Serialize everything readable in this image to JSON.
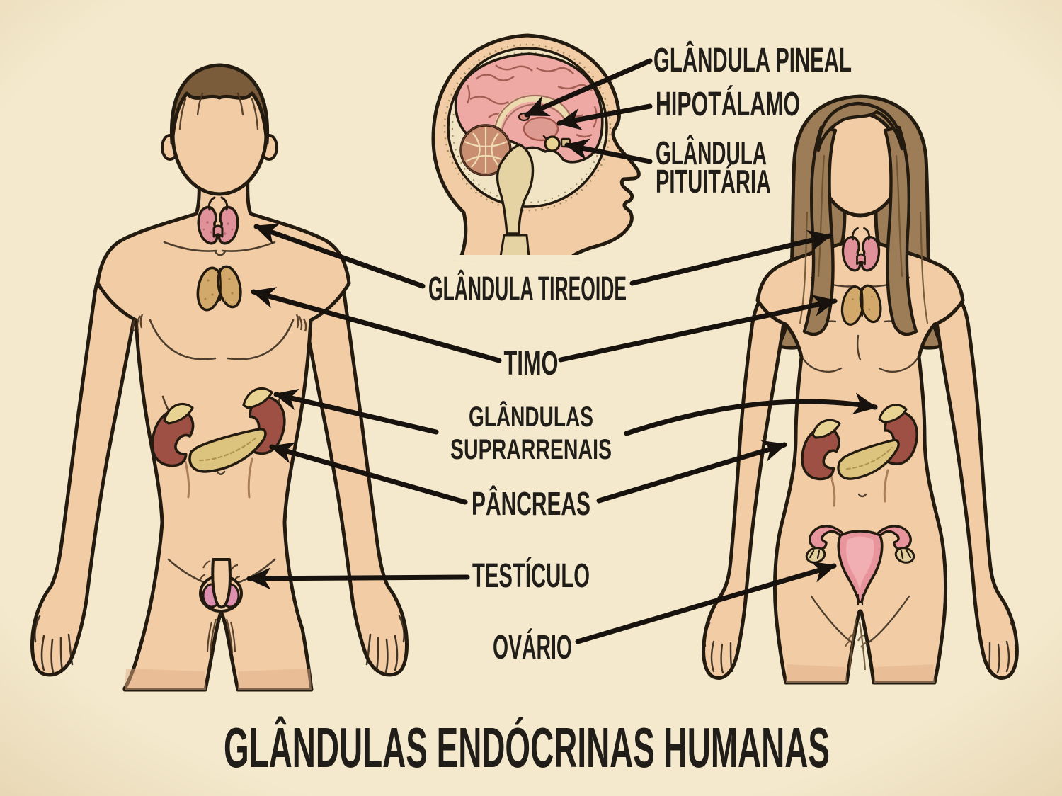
{
  "title": {
    "text": "GLÂNDULAS ENDÓCRINAS HUMANAS"
  },
  "labels": {
    "pineal": "GLÂNDULA PINEAL",
    "hipotalamo": "HIPOTÁLAMO",
    "pituitaria_line1": "GLÂNDULA",
    "pituitaria_line2": "PITUITÁRIA",
    "tireoide": "GLÂNDULA TIREOIDE",
    "timo": "TIMO",
    "suprarrenais_line1": "GLÂNDULAS",
    "suprarrenais_line2": "SUPRARRENAIS",
    "pancreas": "PÂNCREAS",
    "testiculo": "TESTÍCULO",
    "ovario": "OVÁRIO"
  },
  "colors": {
    "background": "#f4e9cd",
    "background_edge": "#e7d7b4",
    "text": "#211d18",
    "arrow": "#17120d",
    "outline": "#241b10",
    "skin": "#f2cca5",
    "skin_shade": "#dfae85",
    "hair_male": "#7a5b3a",
    "hair_male_dark": "#4a3520",
    "hair_female": "#9c7d57",
    "hair_female_dark": "#6b5233",
    "thyroid": "#e09199",
    "thymus": "#d2a96b",
    "kidney": "#9e5044",
    "adrenal": "#e9d392",
    "pancreas_organ": "#dcc47f",
    "uterus": "#e8949c",
    "ovary_organ": "#e3cf9e",
    "testis": "#dd8fae",
    "brain": "#efa9a4",
    "cerebellum": "#c98e6f",
    "skull_band": "#f1e4c4",
    "brainstem": "#e6d3a4"
  }
}
